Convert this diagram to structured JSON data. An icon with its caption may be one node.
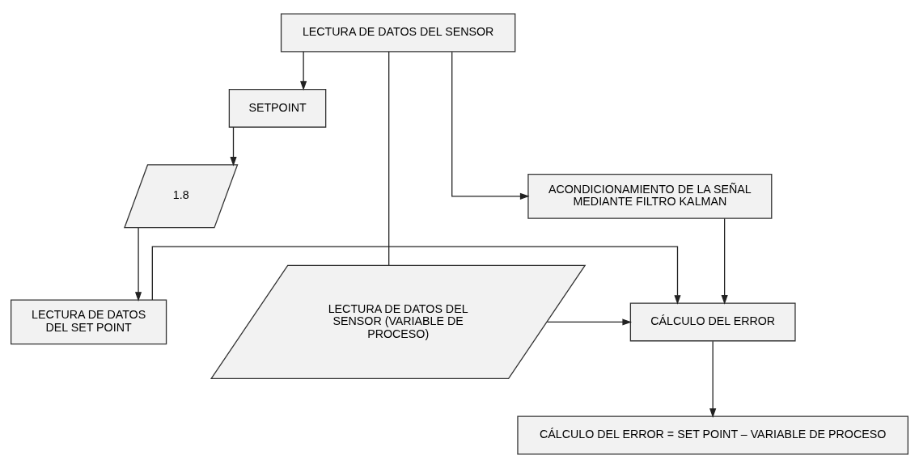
{
  "diagram": {
    "nodes": [
      {
        "text": [
          "LECTURA DE DATOS DEL SENSOR"
        ]
      },
      {
        "text": [
          "SETPOINT"
        ]
      },
      {
        "text": [
          "1.8"
        ]
      },
      {
        "text": [
          "ACONDICIONAMIENTO DE LA SEÑAL MEDIANTE FILTRO KALMAN"
        ]
      },
      {
        "text": [
          "LECTURA DE DATOS DEL SET POINT"
        ]
      },
      {
        "text": [
          "CÁLCULO DEL ERROR"
        ]
      },
      {
        "text": [
          "LECTURA DE DATOS DEL SENSOR (VARIABLE DE PROCESO)"
        ]
      },
      {
        "text": [
          "CÁLCULO DEL ERROR = SET POINT – VARIABLE DE PROCESO"
        ]
      }
    ],
    "edges": [
      {
        "from": 0,
        "to": 1,
        "arrow": "to"
      },
      {
        "from": 0,
        "to": 3,
        "arrow": "to"
      },
      {
        "from": 0,
        "to": 6,
        "arrow": "none"
      },
      {
        "from": 1,
        "to": 2,
        "arrow": "to"
      },
      {
        "from": 2,
        "to": 4,
        "arrow": "to"
      },
      {
        "from": 3,
        "to": 5,
        "arrow": "to"
      },
      {
        "from": 4,
        "to": 5,
        "arrow": "to"
      },
      {
        "from": 6,
        "to": 5,
        "arrow": "to"
      },
      {
        "from": 5,
        "to": 7,
        "arrow": "to"
      }
    ]
  }
}
